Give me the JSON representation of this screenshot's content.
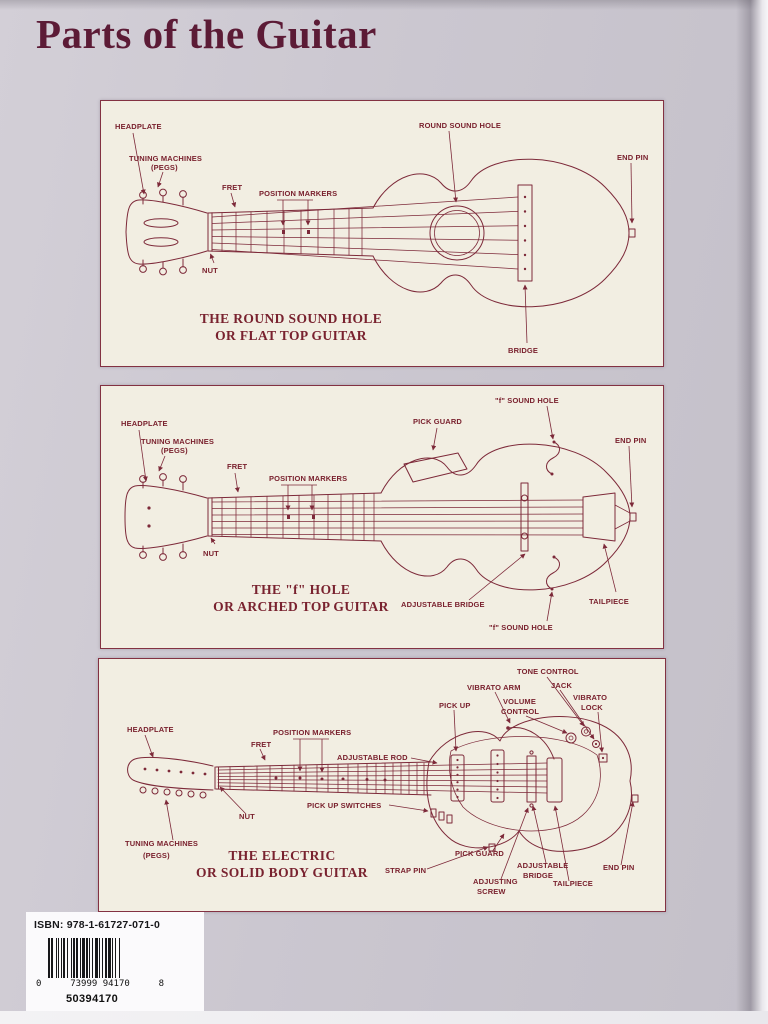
{
  "page_title": "Parts of the Guitar",
  "colors": {
    "ink": "#7d2939",
    "title": "#5c1b36",
    "panel_background": "#f2eee2",
    "page_background": "#cac6cf",
    "barcode_black": "#17171a"
  },
  "panels": [
    {
      "name": "flat-top",
      "caption": [
        "THE ROUND SOUND HOLE",
        "OR FLAT TOP GUITAR"
      ],
      "labels": {
        "headplate": "HEADPLATE",
        "tuning_machines": [
          "TUNING MACHINES",
          "(PEGS)"
        ],
        "fret": "FRET",
        "position_markers": "POSITION MARKERS",
        "nut": "NUT",
        "round_sound_hole": "ROUND SOUND HOLE",
        "end_pin": "END PIN",
        "bridge": "BRIDGE"
      }
    },
    {
      "name": "arched-top",
      "caption": [
        "THE \"f\" HOLE",
        "OR ARCHED TOP GUITAR"
      ],
      "labels": {
        "headplate": "HEADPLATE",
        "tuning_machines": [
          "TUNING MACHINES",
          "(PEGS)"
        ],
        "fret": "FRET",
        "position_markers": "POSITION MARKERS",
        "nut": "NUT",
        "pick_guard": "PICK GUARD",
        "f_sound_hole_top": "\"f\" SOUND HOLE",
        "end_pin": "END PIN",
        "adjustable_bridge": "ADJUSTABLE BRIDGE",
        "f_sound_hole_bottom": "\"f\" SOUND HOLE",
        "tailpiece": "TAILPIECE"
      }
    },
    {
      "name": "electric",
      "caption": [
        "THE ELECTRIC",
        "OR SOLID BODY GUITAR"
      ],
      "labels": {
        "headplate": "HEADPLATE",
        "position_markers": "POSITION MARKERS",
        "fret": "FRET",
        "adjustable_rod": "ADJUSTABLE ROD",
        "nut": "NUT",
        "tuning_machines": [
          "TUNING MACHINES",
          "(PEGS)"
        ],
        "pick_up": "PICK UP",
        "vibrato_arm": "VIBRATO ARM",
        "volume_control": [
          "VOLUME",
          "CONTROL"
        ],
        "tone_control": "TONE CONTROL",
        "jack": "JACK",
        "vibrato_lock": [
          "VIBRATO",
          "LOCK"
        ],
        "pick_up_switches": "PICK UP SWITCHES",
        "strap_pin": "STRAP PIN",
        "pick_guard": "PICK GUARD",
        "adjusting_screw": [
          "ADJUSTING",
          "SCREW"
        ],
        "adjustable_bridge": [
          "ADJUSTABLE",
          "BRIDGE"
        ],
        "tailpiece": "TAILPIECE",
        "end_pin": "END PIN"
      }
    }
  ],
  "footer": {
    "isbn": "ISBN: 978-1-61727-071-0",
    "barcode_left": "0",
    "barcode_main": "73999 94170",
    "barcode_right": "8",
    "catalog_number": "50394170"
  }
}
